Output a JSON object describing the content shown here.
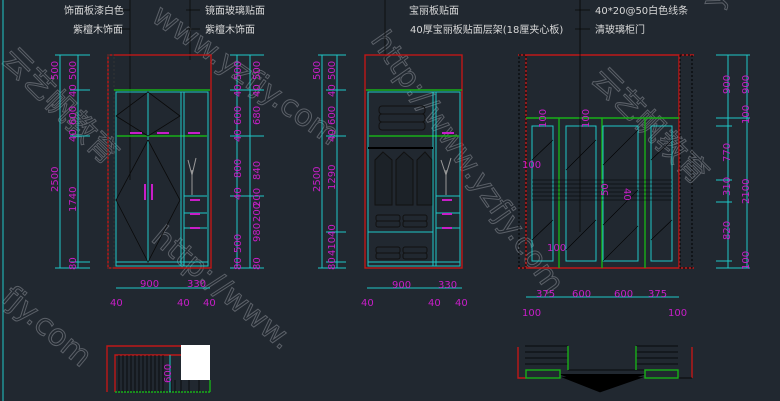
{
  "annotations": {
    "a1": "饰面板漆白色",
    "a2": "紫檀木饰面",
    "a3": "镜面玻璃贴面",
    "a4": "紫檀木饰面",
    "a5": "宝丽板贴面",
    "a6": "40厚宝丽板贴面层架(18厘夹心板)",
    "a7": "40*20@50白色线条",
    "a8": "清玻璃柜门"
  },
  "elevation1": {
    "left_outer": [
      "500",
      "2500"
    ],
    "left_inner": [
      "500",
      "40",
      "600",
      "40",
      "1740",
      "80"
    ],
    "right_inner": [
      "500",
      "40",
      "600",
      "40",
      "800",
      "40",
      "500",
      "80"
    ],
    "right_outer": [
      "500",
      "40",
      "680",
      "840",
      "200",
      "200",
      "980",
      "80"
    ],
    "bottom": [
      "900",
      "330",
      "40",
      "40",
      "40"
    ]
  },
  "elevation2": {
    "left_outer": [
      "500",
      "2500"
    ],
    "left_inner": [
      "500",
      "40",
      "600",
      "40",
      "1290",
      "40",
      "410",
      "80"
    ],
    "bottom": [
      "900",
      "330",
      "40",
      "40",
      "40"
    ]
  },
  "elevation3": {
    "inner": [
      "100",
      "100",
      "100",
      "50",
      "40",
      "100"
    ],
    "right_inner": [
      "900",
      "100",
      "770",
      "310",
      "820",
      "100"
    ],
    "right_outer": [
      "900",
      "2100"
    ],
    "bottom": [
      "375",
      "600",
      "600",
      "375",
      "100",
      "100"
    ]
  },
  "plan1": {
    "dim": "600"
  },
  "watermark": [
    "http://www.yzfjy.com",
    "云艺帆教育"
  ],
  "colors": {
    "background": "#212830",
    "frame": "#c01818",
    "cabinet": "#1ec8c8",
    "shelf": "#18b018",
    "dimension": "#c81ec8"
  }
}
